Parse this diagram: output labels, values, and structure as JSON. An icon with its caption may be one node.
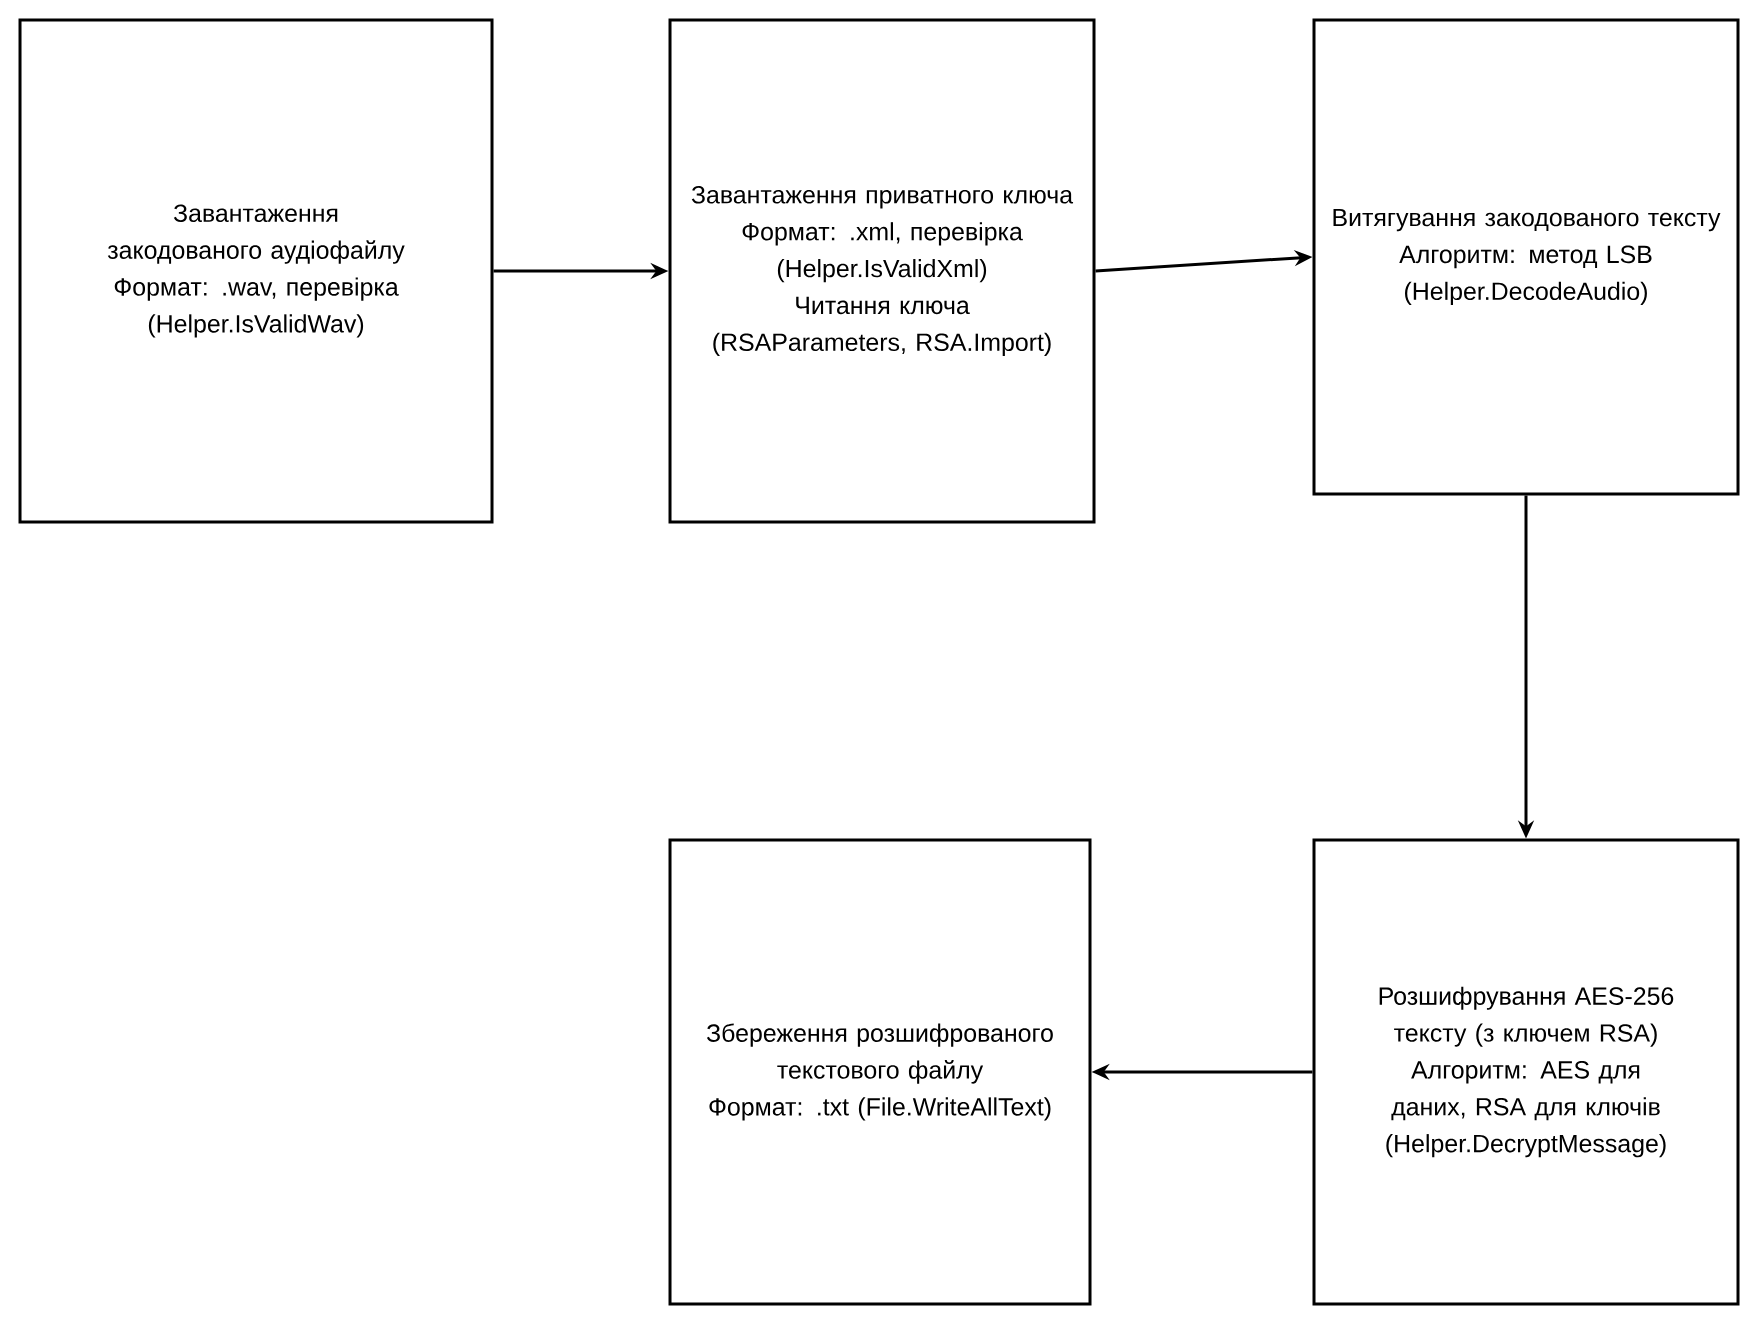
{
  "diagram": {
    "nodes": [
      {
        "text": [
          "Завантаження закодованого аудіофайлу",
          "Формат: .wav, перевірка (Helper.IsValidWav)"
        ]
      },
      {
        "text": [
          "Завантаження приватного ключа",
          "Формат: .xml, перевірка (Helper.IsValidXml)",
          "Читання ключа (RSAParameters, RSA.Import)"
        ]
      },
      {
        "text": [
          "Витягування закодованого тексту",
          "Алгоритм: метод LSB (Helper.DecodeAudio)"
        ]
      },
      {
        "text": [
          "Збереження розшифрованого текстового файлу",
          "Формат: .txt (File.WriteAllText)"
        ]
      },
      {
        "text": [
          "Розшифрування AES-256 тексту (з ключем RSA)",
          "Алгоритм: AES для даних, RSA для ключів (Helper.DecryptMessage)"
        ]
      }
    ],
    "edges": [
      {
        "from": 0,
        "to": 1,
        "arrow": "to"
      },
      {
        "from": 1,
        "to": 2,
        "arrow": "to"
      },
      {
        "from": 2,
        "to": 4,
        "arrow": "to"
      },
      {
        "from": 4,
        "to": 3,
        "arrow": "to"
      }
    ]
  }
}
